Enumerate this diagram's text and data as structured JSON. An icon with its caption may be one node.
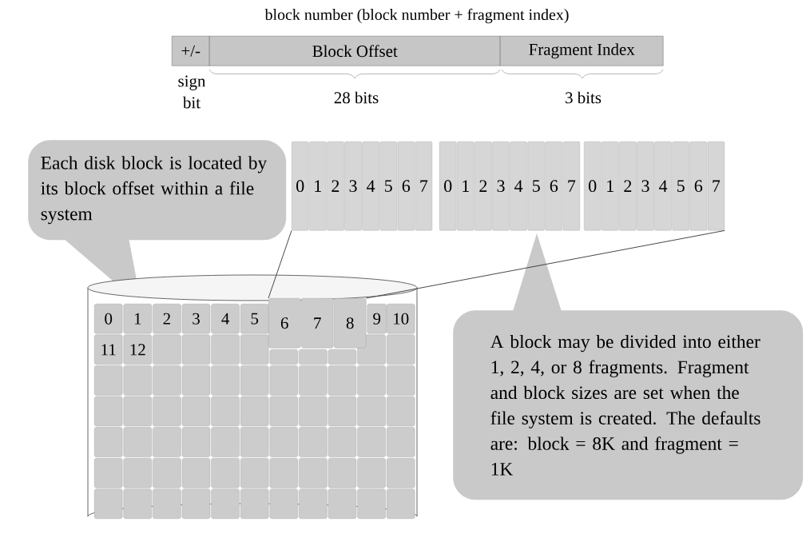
{
  "diagram": {
    "title": "block number (block number + fragment index)",
    "nodes": [
      {
        "text": [
          "+/-"
        ]
      },
      {
        "text": [
          "Block Offset"
        ]
      },
      {
        "text": [
          "Fragment Index"
        ]
      },
      {
        "text": [
          "Each disk block is located by its block offset within a file system"
        ]
      },
      {
        "text": [
          "0"
        ]
      },
      {
        "text": [
          "1"
        ]
      },
      {
        "text": [
          "2"
        ]
      },
      {
        "text": [
          "3"
        ]
      },
      {
        "text": [
          "4"
        ]
      },
      {
        "text": [
          "5"
        ]
      },
      {
        "text": [
          "6"
        ]
      },
      {
        "text": [
          "7"
        ]
      },
      {
        "text": [
          "0"
        ]
      },
      {
        "text": [
          "1"
        ]
      },
      {
        "text": [
          "2"
        ]
      },
      {
        "text": [
          "3"
        ]
      },
      {
        "text": [
          "4"
        ]
      },
      {
        "text": [
          "5"
        ]
      },
      {
        "text": [
          "6"
        ]
      },
      {
        "text": [
          "7"
        ]
      },
      {
        "text": [
          "0"
        ]
      },
      {
        "text": [
          "1"
        ]
      },
      {
        "text": [
          "2"
        ]
      },
      {
        "text": [
          "3"
        ]
      },
      {
        "text": [
          "4"
        ]
      },
      {
        "text": [
          "5"
        ]
      },
      {
        "text": [
          "6"
        ]
      },
      {
        "text": [
          "7"
        ]
      },
      {
        "text": [],
        "shape": "cylinder"
      },
      {
        "text": [
          "0"
        ],
        "in": 28
      },
      {
        "text": [
          "1"
        ],
        "in": 28
      },
      {
        "text": [
          "2"
        ],
        "in": 28
      },
      {
        "text": [
          "3"
        ],
        "in": 28
      },
      {
        "text": [
          "4"
        ],
        "in": 28
      },
      {
        "text": [
          "5"
        ],
        "in": 28
      },
      {
        "text": [
          "6"
        ],
        "in": 28
      },
      {
        "text": [
          "7"
        ],
        "in": 28
      },
      {
        "text": [
          "8"
        ],
        "in": 28
      },
      {
        "text": [
          "9"
        ],
        "in": 28
      },
      {
        "text": [
          "10"
        ],
        "in": 28
      },
      {
        "text": [
          "11"
        ],
        "in": 28
      },
      {
        "text": [
          "12"
        ],
        "in": 28
      },
      {
        "text": [],
        "shape": "box",
        "in": 28
      },
      {
        "text": [],
        "shape": "box",
        "in": 28
      },
      {
        "text": [],
        "shape": "box",
        "in": 28
      },
      {
        "text": [],
        "shape": "box",
        "in": 28
      },
      {
        "text": [],
        "shape": "box",
        "in": 28
      },
      {
        "text": [],
        "shape": "box",
        "in": 28
      },
      {
        "text": [],
        "shape": "box",
        "in": 28
      },
      {
        "text": [],
        "shape": "box",
        "in": 28
      },
      {
        "text": [],
        "shape": "box",
        "in": 28
      },
      {
        "text": [],
        "shape": "box",
        "in": 28
      },
      {
        "text": [],
        "shape": "box",
        "in": 28
      },
      {
        "text": [],
        "shape": "box",
        "in": 28
      },
      {
        "text": [],
        "shape": "box",
        "in": 28
      },
      {
        "text": [],
        "shape": "box",
        "in": 28
      },
      {
        "text": [],
        "shape": "box",
        "in": 28
      },
      {
        "text": [],
        "shape": "box",
        "in": 28
      },
      {
        "text": [],
        "shape": "box",
        "in": 28
      },
      {
        "text": [],
        "shape": "box",
        "in": 28
      },
      {
        "text": [],
        "shape": "box",
        "in": 28
      },
      {
        "text": [],
        "shape": "box",
        "in": 28
      },
      {
        "text": [],
        "shape": "box",
        "in": 28
      },
      {
        "text": [],
        "shape": "box",
        "in": 28
      },
      {
        "text": [],
        "shape": "box",
        "in": 28
      },
      {
        "text": [],
        "shape": "box",
        "in": 28
      },
      {
        "text": [],
        "shape": "box",
        "in": 28
      },
      {
        "text": [],
        "shape": "box",
        "in": 28
      },
      {
        "text": [],
        "shape": "box",
        "in": 28
      },
      {
        "text": [],
        "shape": "box",
        "in": 28
      },
      {
        "text": [],
        "shape": "box",
        "in": 28
      },
      {
        "text": [],
        "shape": "box",
        "in": 28
      },
      {
        "text": [],
        "shape": "box",
        "in": 28
      },
      {
        "text": [],
        "shape": "box",
        "in": 28
      },
      {
        "text": [],
        "shape": "box",
        "in": 28
      },
      {
        "text": [],
        "shape": "box",
        "in": 28
      },
      {
        "text": [],
        "shape": "box",
        "in": 28
      },
      {
        "text": [],
        "shape": "box",
        "in": 28
      },
      {
        "text": [],
        "shape": "box",
        "in": 28
      },
      {
        "text": [],
        "shape": "box",
        "in": 28
      },
      {
        "text": [],
        "shape": "box",
        "in": 28
      },
      {
        "text": [],
        "shape": "box",
        "in": 28
      },
      {
        "text": [],
        "shape": "box",
        "in": 28
      },
      {
        "text": [],
        "shape": "box",
        "in": 28
      },
      {
        "text": [],
        "shape": "box",
        "in": 28
      },
      {
        "text": [],
        "shape": "box",
        "in": 28
      },
      {
        "text": [],
        "shape": "box",
        "in": 28
      },
      {
        "text": [],
        "shape": "box",
        "in": 28
      },
      {
        "text": [],
        "shape": "box",
        "in": 28
      },
      {
        "text": [],
        "shape": "box",
        "in": 28
      },
      {
        "text": [],
        "shape": "box",
        "in": 28
      },
      {
        "text": [],
        "shape": "box",
        "in": 28
      },
      {
        "text": [],
        "shape": "box",
        "in": 28
      },
      {
        "text": [],
        "shape": "box",
        "in": 28
      },
      {
        "text": [],
        "shape": "box",
        "in": 28
      },
      {
        "text": [],
        "shape": "box",
        "in": 28
      },
      {
        "text": [],
        "shape": "box",
        "in": 28
      },
      {
        "text": [],
        "shape": "box",
        "in": 28
      },
      {
        "text": [],
        "shape": "box",
        "in": 28
      },
      {
        "text": [],
        "shape": "box",
        "in": 28
      },
      {
        "text": [],
        "shape": "box",
        "in": 28
      },
      {
        "text": [],
        "shape": "box",
        "in": 28
      },
      {
        "text": [],
        "shape": "box",
        "in": 28
      },
      {
        "text": [],
        "shape": "box",
        "in": 28
      },
      {
        "text": [],
        "shape": "box",
        "in": 28
      },
      {
        "text": [],
        "shape": "box",
        "in": 28
      },
      {
        "text": [
          "A block may be divided into either 1, 2, 4, or 8 fragments. Fragment and block sizes are set when the file system is created. The defaults are: block = 8K and fragment = 1K"
        ]
      }
    ],
    "edges": [
      {
        "from": 4,
        "to": 35,
        "arrow": "none"
      },
      {
        "from": 27,
        "to": 37,
        "arrow": "none"
      }
    ],
    "labels": [
      "sign bit",
      "28 bits",
      "3 bits"
    ]
  }
}
